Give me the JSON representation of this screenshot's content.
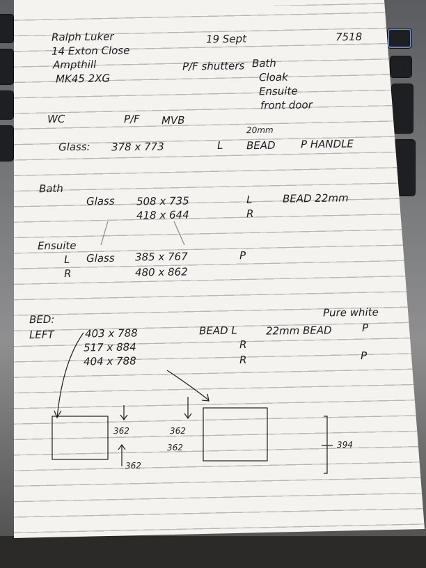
{
  "header": {
    "name": "Ralph Luker",
    "address1": "14 Exton Close",
    "town": "Ampthill",
    "postcode": "MK45 2XG",
    "date": "19 Sept",
    "ref": "7518"
  },
  "shutters": {
    "label": "P/F shutters",
    "rooms": [
      "Bath",
      "Cloak",
      "Ensuite",
      "front door"
    ]
  },
  "wc": {
    "title": "WC",
    "finish": "P/F",
    "type": "MVB",
    "bead_size": "20mm",
    "glass_label": "Glass:",
    "glass": "378 x 773",
    "side": "L",
    "bead": "BEAD",
    "handle": "P HANDLE"
  },
  "bath": {
    "title": "Bath",
    "glass_label": "Glass",
    "rows": [
      {
        "size": "508 x 735",
        "side": "L"
      },
      {
        "size": "418 x 644",
        "side": "R"
      }
    ],
    "bead": "BEAD 22mm"
  },
  "ensuite": {
    "title": "Ensuite",
    "glass_label": "Glass",
    "rows": [
      {
        "side": "L",
        "size": "385 x 767",
        "note": "P"
      },
      {
        "side": "R",
        "size": "480 x 862",
        "note": ""
      }
    ]
  },
  "bed": {
    "title": "BED:",
    "left_label": "LEFT",
    "colour": "Pure white",
    "rows": [
      {
        "size": "403 x 788",
        "bead": "BEAD L",
        "extra": "22mm BEAD",
        "note": "P"
      },
      {
        "size": "517 x 884",
        "bead": "R",
        "extra": "",
        "note": ""
      },
      {
        "size": "404 x 788",
        "bead": "R",
        "extra": "",
        "note": "P"
      }
    ],
    "sketch": {
      "gap_left_top": "362",
      "gap_left_bottom": "362",
      "gap_right_top": "362",
      "gap_right_mid": "362",
      "height": "394"
    }
  }
}
